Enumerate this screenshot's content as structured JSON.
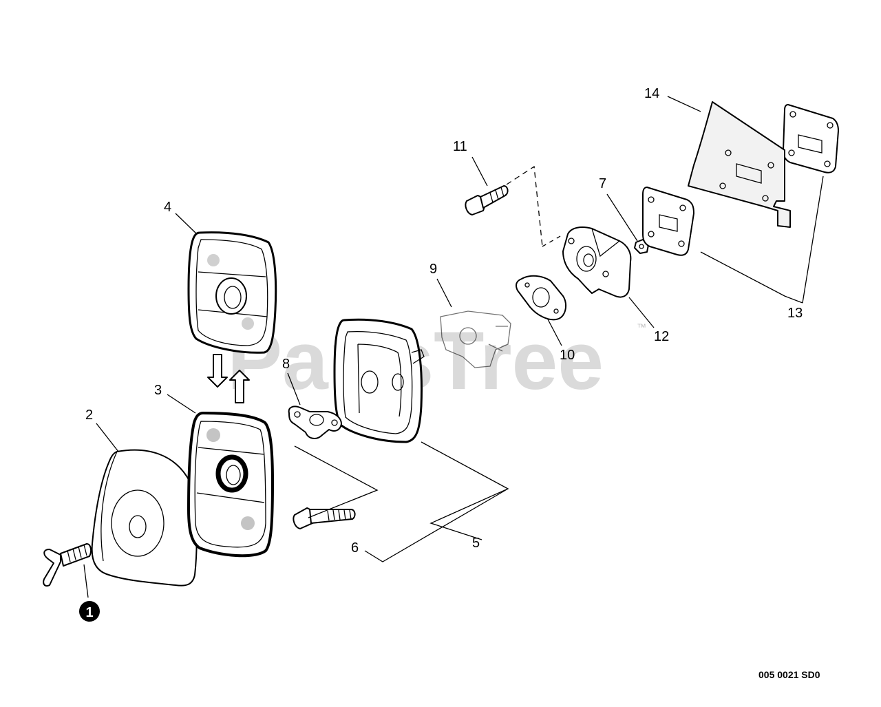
{
  "watermark": {
    "text": "PartsTree",
    "tm": "™"
  },
  "diagram_code": "005 0021 SD0",
  "callouts": [
    {
      "id": "c1",
      "label": "1",
      "filled": true
    },
    {
      "id": "c2",
      "label": "2"
    },
    {
      "id": "c3",
      "label": "3"
    },
    {
      "id": "c4",
      "label": "4"
    },
    {
      "id": "c5",
      "label": "5"
    },
    {
      "id": "c6",
      "label": "6"
    },
    {
      "id": "c7",
      "label": "7"
    },
    {
      "id": "c8",
      "label": "8"
    },
    {
      "id": "c9",
      "label": "9"
    },
    {
      "id": "c10",
      "label": "10"
    },
    {
      "id": "c11",
      "label": "11"
    },
    {
      "id": "c12",
      "label": "12"
    },
    {
      "id": "c13",
      "label": "13"
    },
    {
      "id": "c14",
      "label": "14"
    }
  ]
}
